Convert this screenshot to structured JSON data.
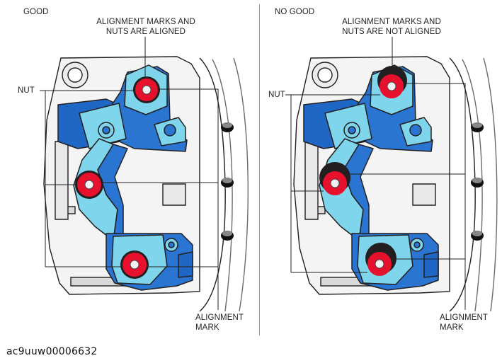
{
  "panels": {
    "good": {
      "title": "GOOD",
      "callout_top_line1": "ALIGNMENT MARKS AND",
      "callout_top_line2": "NUTS ARE ALIGNED",
      "nut_label": "NUT",
      "mark_label_line1": "ALIGNMENT",
      "mark_label_line2": "MARK"
    },
    "nogood": {
      "title": "NO GOOD",
      "callout_top_line1": "ALIGNMENT MARKS AND",
      "callout_top_line2": "NUTS ARE NOT ALIGNED",
      "nut_label": "NUT",
      "mark_label_line1": "ALIGNMENT",
      "mark_label_line2": "MARK"
    }
  },
  "figure_id": "ac9uuw00006632",
  "colors": {
    "bracket_light": "#7fd6ec",
    "bracket_dark": "#1f67c4",
    "nut_red": "#e8112d",
    "outline": "#231f20"
  }
}
